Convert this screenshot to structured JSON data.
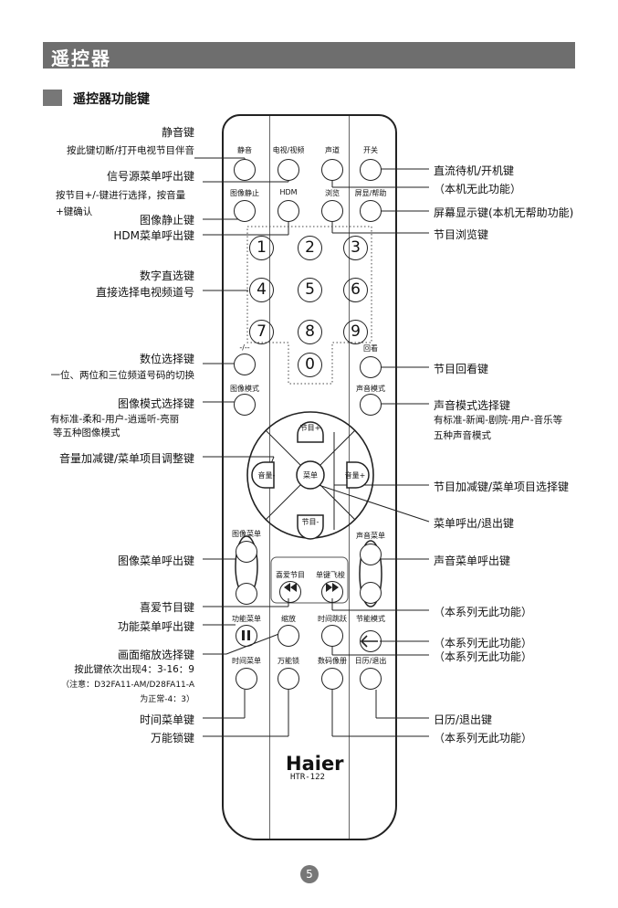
{
  "header": {
    "title": "遥控器"
  },
  "section": {
    "title": "遥控器功能键"
  },
  "remote": {
    "brand": "Haier",
    "model": "HTR-122",
    "buttons": {
      "mute": "静音",
      "tv_av": "电视/视频",
      "channel_sound": "声道",
      "power": "开关",
      "freeze": "图像静止",
      "hdm": "HDM",
      "browse": "浏览",
      "display_help": "屏显/帮助",
      "n1": "1",
      "n2": "2",
      "n3": "3",
      "n4": "4",
      "n5": "5",
      "n6": "6",
      "n7": "7",
      "n8": "8",
      "n9": "9",
      "n0": "0",
      "digit": "-/--",
      "recall": "回看",
      "picture_mode": "图像模式",
      "sound_mode": "声音模式",
      "prog_up": "节目+",
      "prog_down": "节目-",
      "vol_down": "音量-",
      "vol_up": "音量+",
      "menu": "菜单",
      "picture_menu": "图像菜单",
      "sound_menu": "声音菜单",
      "fav": "喜爱节目",
      "single_fly": "单键飞梭",
      "func_menu": "功能菜单",
      "zoom": "缩放",
      "time_skip": "时间跳跃",
      "eco": "节能模式",
      "time_menu": "时间菜单",
      "lock": "万能锁",
      "photo": "数码像册",
      "calendar": "日历/退出"
    }
  },
  "annotations": {
    "mute_title": "静音键",
    "mute_desc": "按此键切断/打开电视节目伴音",
    "source_title": "信号源菜单呼出键",
    "source_desc1": "按节目+/-键进行选择，按音量",
    "source_desc2": "+键确认",
    "freeze": "图像静止键",
    "hdm": "HDM菜单呼出键",
    "digit_title": "数字直选键",
    "digit_desc": "直接选择电视频道号",
    "digit_sel_title": "数位选择键",
    "digit_sel_desc": "一位、两位和三位频道号码的切换",
    "pic_mode_title": "图像模式选择键",
    "pic_mode_desc1": "有标准-柔和-用户-逍遥听-亮丽",
    "pic_mode_desc2": "等五种图像模式",
    "volume": "音量加减键/菜单项目调整键",
    "pic_menu": "图像菜单呼出键",
    "fav": "喜爱节目键",
    "func_menu": "功能菜单呼出键",
    "zoom_title": "画面缩放选择键",
    "zoom_desc1": "按此键依次出现4：3-16：9",
    "zoom_desc2": "（注意：D32FA11-AM/D28FA11-A",
    "zoom_desc3": "为正常-4：3）",
    "time_menu": "时间菜单键",
    "lock": "万能锁键",
    "power_title": "直流待机/开机键",
    "power_note": "（本机无此功能）",
    "display": "屏幕显示键(本机无帮助功能)",
    "browse": "节目浏览键",
    "recall": "节目回看键",
    "sound_mode_title": "声音模式选择键",
    "sound_mode_desc1": "有标准-新闻-剧院-用户-音乐等",
    "sound_mode_desc2": "五种声音模式",
    "prog": "节目加减键/菜单项目选择键",
    "menu": "菜单呼出/退出键",
    "sound_menu": "声音菜单呼出键",
    "na1": "（本系列无此功能）",
    "na2": "（本系列无此功能）",
    "na3": "（本系列无此功能）",
    "calendar": "日历/退出键",
    "na4": "（本系列无此功能）"
  },
  "page_number": "5"
}
